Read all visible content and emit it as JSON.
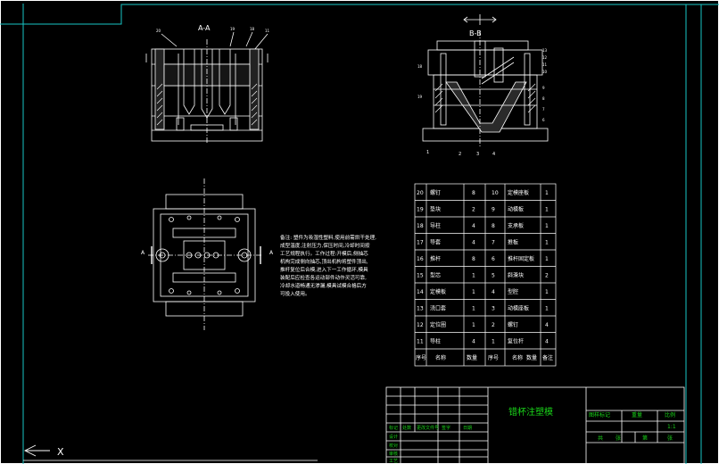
{
  "views": {
    "section_aa": "A-A",
    "section_bb": "B-B",
    "plan_marks": [
      "A",
      "A"
    ],
    "aa_callouts": [
      "20",
      "19",
      "18",
      "11"
    ],
    "bb_callouts_right": [
      "13",
      "12",
      "11",
      "10",
      "9",
      "8",
      "7",
      "6"
    ],
    "bb_callouts_bottom": [
      "1",
      "2",
      "3",
      "4"
    ],
    "bb_callouts_left": [
      "18",
      "19"
    ]
  },
  "notes": {
    "lines": [
      "备注: 塑件为吸湿性塑料,使用前需烘干处理,",
      "成型温度,注射压力,保压时间,冷却时间按",
      "工艺规程执行。工作过程:开模后,侧抽芯",
      "机构完成侧向抽芯,顶出机构将塑件顶出,",
      "推杆复位后合模,进入下一工作循环,模具",
      "装配后应检查各运动部件动作灵活可靠,",
      "冷却水道畅通无渗漏,模具试模合格后方",
      "可投入使用。"
    ]
  },
  "bom": {
    "left": [
      {
        "no": "20",
        "name": "螺钉",
        "qty": "8"
      },
      {
        "no": "19",
        "name": "垫块",
        "qty": "2"
      },
      {
        "no": "18",
        "name": "导柱",
        "qty": "4"
      },
      {
        "no": "17",
        "name": "导套",
        "qty": "4"
      },
      {
        "no": "16",
        "name": "推杆",
        "qty": "8"
      },
      {
        "no": "15",
        "name": "型芯",
        "qty": "1"
      },
      {
        "no": "14",
        "name": "定模板",
        "qty": "1"
      },
      {
        "no": "13",
        "name": "浇口套",
        "qty": "1"
      },
      {
        "no": "12",
        "name": "定位圈",
        "qty": "1"
      },
      {
        "no": "11",
        "name": "导柱",
        "qty": "4"
      }
    ],
    "right": [
      {
        "no": "10",
        "name": "定模座板",
        "qty": "1"
      },
      {
        "no": "9",
        "name": "动模板",
        "qty": "1"
      },
      {
        "no": "8",
        "name": "支承板",
        "qty": "1"
      },
      {
        "no": "7",
        "name": "推板",
        "qty": "1"
      },
      {
        "no": "6",
        "name": "推杆固定板",
        "qty": "1"
      },
      {
        "no": "5",
        "name": "斜滑块",
        "qty": "2"
      },
      {
        "no": "4",
        "name": "型腔",
        "qty": "1"
      },
      {
        "no": "3",
        "name": "动模座板",
        "qty": "1"
      },
      {
        "no": "2",
        "name": "螺钉",
        "qty": "4"
      },
      {
        "no": "1",
        "name": "复位杆",
        "qty": "4"
      }
    ],
    "footer_left": [
      "序号",
      "名称",
      "数量"
    ],
    "footer_right": [
      "序号",
      "名称",
      "数量",
      "备注"
    ]
  },
  "title_block": {
    "drawing_title": "错杯注塑模",
    "cells_right_top": [
      "图样标记",
      "重量",
      "比例"
    ],
    "scale": "1:1",
    "cells_right_bottom": [
      "共",
      "张",
      "第",
      "张"
    ],
    "cells_left": [
      "标记",
      "处数",
      "更改文件号",
      "签字",
      "日期"
    ],
    "cells_left_rows": [
      "设计",
      "校对",
      "审核",
      "工艺"
    ]
  },
  "ucs_label": "X"
}
